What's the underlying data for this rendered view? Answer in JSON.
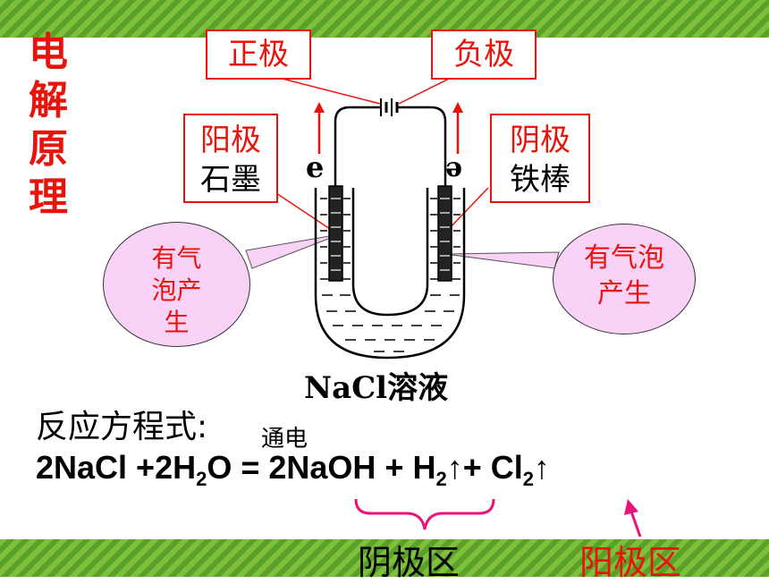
{
  "title_chars": [
    "电",
    "解",
    "原",
    "理"
  ],
  "labels": {
    "positive_terminal": "正极",
    "negative_terminal": "负极",
    "anode": "阳极",
    "anode_material": "石墨",
    "cathode": "阴极",
    "cathode_material": "铁棒",
    "electron_left": "e",
    "electron_right": "ə",
    "bubble_left": [
      "有气",
      "泡产",
      "生"
    ],
    "bubble_right": [
      "有气泡",
      "产生"
    ],
    "solution": "NaCl溶液"
  },
  "equation": {
    "heading": "反应方程式:",
    "condition": "通电",
    "lhs": "2NaCl +2H",
    "sub_h2o": "2",
    "lhs_o": "O = 2NaOH + H",
    "sub_h2": "2",
    "mid": "↑+ Cl",
    "sub_cl2": "2",
    "end": "↑"
  },
  "regions": {
    "cathode_region": "阴极区",
    "anode_region": "阳极区"
  },
  "colors": {
    "accent_red": "#e8140c",
    "bubble_pink": "#f8d2f7",
    "brace_magenta": "#e8147a",
    "stripe_green": "#6fb232"
  }
}
